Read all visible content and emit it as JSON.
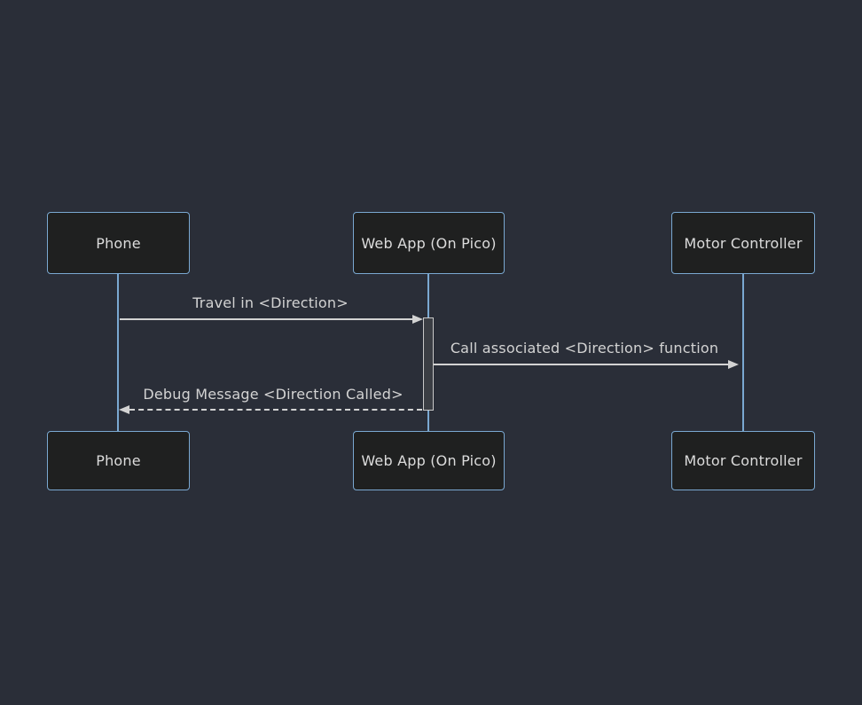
{
  "diagram": {
    "type": "sequence-diagram",
    "actors": [
      {
        "id": "phone",
        "label": "Phone"
      },
      {
        "id": "webapp",
        "label": "Web App (On Pico)"
      },
      {
        "id": "motor",
        "label": "Motor Controller"
      }
    ],
    "messages": [
      {
        "from": "phone",
        "to": "webapp",
        "label": "Travel in <Direction>",
        "line": "solid",
        "direction": "right"
      },
      {
        "from": "webapp",
        "to": "motor",
        "label": "Call associated <Direction> function",
        "line": "solid",
        "direction": "right"
      },
      {
        "from": "webapp",
        "to": "phone",
        "label": "Debug Message <Direction Called>",
        "line": "dashed",
        "direction": "left"
      }
    ],
    "activations": [
      {
        "actor": "webapp"
      }
    ],
    "colors": {
      "background": "#2a2e38",
      "actor_fill": "#1f2020",
      "actor_border": "#7aa8d1",
      "lifeline": "#7aa8d1",
      "signal": "#d3d3d3",
      "actor_text": "#dcdcdc",
      "activation_fill": "#3b3e44",
      "activation_border": "#c8c8c8"
    }
  }
}
